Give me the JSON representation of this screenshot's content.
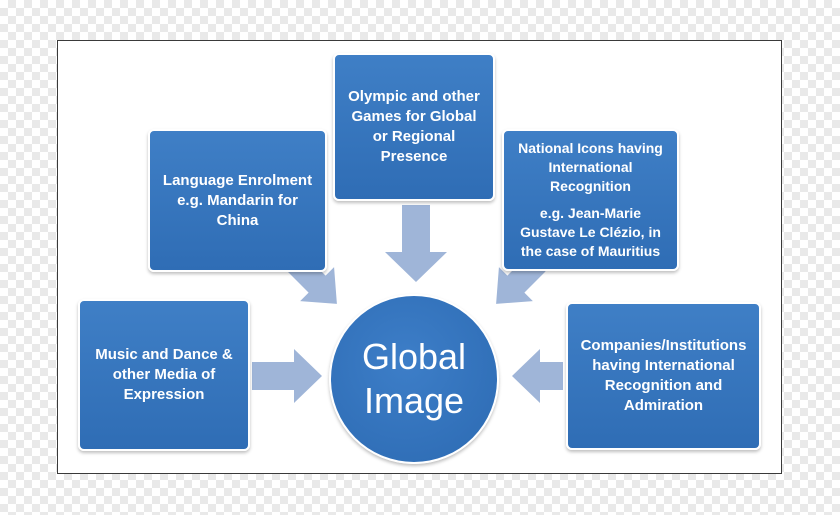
{
  "center": {
    "lines": [
      "Global",
      "Image"
    ]
  },
  "boxes": {
    "olympic": {
      "lines": [
        "Olympic and other",
        "Games for Global",
        "or Regional",
        "Presence"
      ]
    },
    "language": {
      "lines": [
        "Language Enrolment",
        "e.g. Mandarin for",
        "China"
      ]
    },
    "national": {
      "lines": [
        "National Icons having",
        "International",
        "Recognition"
      ],
      "example_lines": [
        "e.g. Jean-Marie",
        "Gustave Le Clézio, in",
        "the case of Mauritius"
      ]
    },
    "music": {
      "lines": [
        "Music and Dance &",
        "other Media of",
        "Expression"
      ]
    },
    "companies": {
      "lines": [
        "Companies/Institutions",
        "having International",
        "Recognition and",
        "Admiration"
      ]
    }
  },
  "colors": {
    "box_fill": "#3479c0",
    "arrow_fill": "#9fb5d8",
    "text": "#ffffff",
    "frame_border": "#3a3a3a"
  }
}
